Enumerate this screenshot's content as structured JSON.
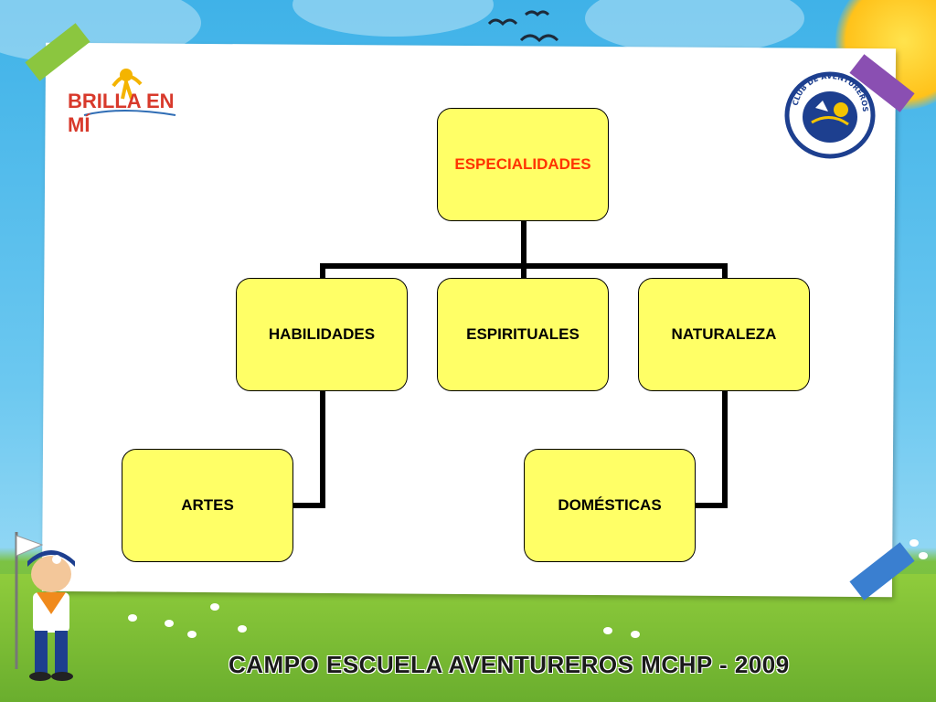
{
  "branding": {
    "left_logo_text": "BRILLA EN MÍ",
    "right_logo_text": "CLUB DE AVENTUREROS"
  },
  "diagram": {
    "root": "ESPECIALIDADES",
    "level1": [
      "HABILIDADES",
      "ESPIRITUALES",
      "NATURALEZA"
    ],
    "level2": [
      "ARTES",
      "DOMÉSTICAS"
    ]
  },
  "footer": {
    "title": "CAMPO ESCUELA AVENTUREROS MCHP - 2009"
  },
  "colors": {
    "node_fill": "#ffff66",
    "root_text": "#ff3300",
    "sky": "#3fb2e8",
    "grass": "#6fb63a"
  }
}
